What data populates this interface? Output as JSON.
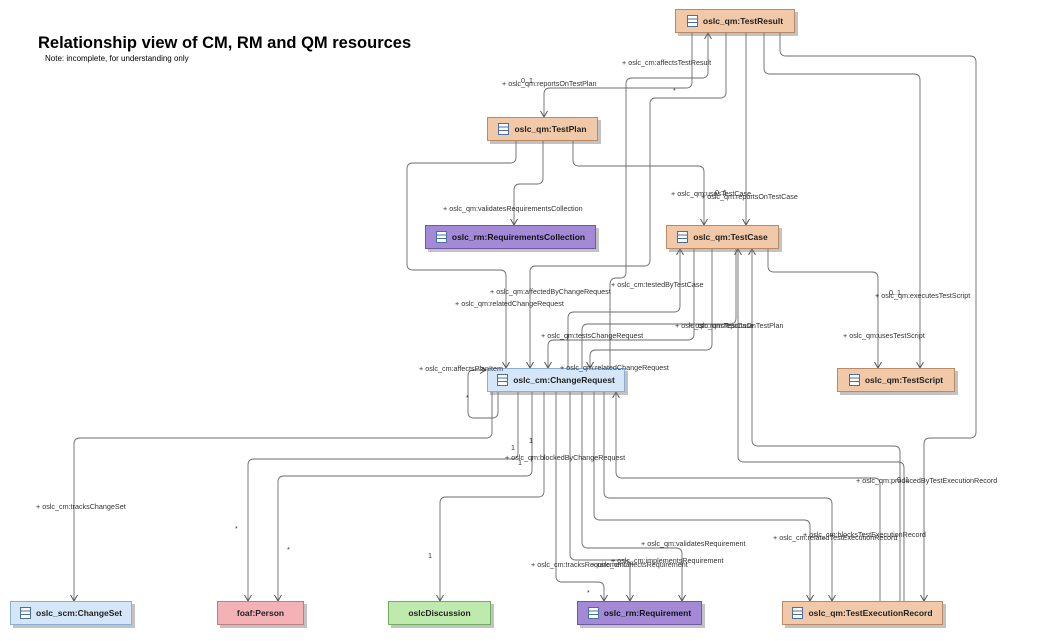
{
  "diagram": {
    "title": "Relationship view of CM, RM and QM resources",
    "subtitle": "Note: incomplete, for understanding only",
    "nodes": {
      "test_result": "oslc_qm:TestResult",
      "test_plan": "oslc_qm:TestPlan",
      "requirements_collection": "oslc_rm:RequirementsCollection",
      "test_case": "oslc_qm:TestCase",
      "change_request": "oslc_cm:ChangeRequest",
      "test_script": "oslc_qm:TestScript",
      "change_set": "oslc_scm:ChangeSet",
      "person": "foaf:Person",
      "discussion": "oslcDiscussion",
      "requirement": "oslc_rm:Requirement",
      "test_execution_record": "oslc_qm:TestExecutionRecord"
    },
    "edge_labels": {
      "affects_test_result": "+ oslc_cm:affectsTestResult",
      "reports_on_test_plan": "+ oslc_qm:reportsOnTestPlan",
      "reports_on_test_plan_mult": "0..1",
      "star_1": "*",
      "validates_requirements_collection": "+ oslc_qm:validatesRequirementsCollection",
      "uses_test_case": "+ oslc_qm:usesTestCase",
      "reports_on_test_case": "+ oslc_qm:reportsOnTestCase",
      "reports_on_test_case_mult": "0..1",
      "affected_by_change_request": "+ oslc_qm:affectedByChangeRequest",
      "related_change_request_1": "+ oslc_qm:relatedChangeRequest",
      "tested_by_test_case": "+ oslc_cm:testedByTestCase",
      "tests_change_request": "+ oslc_qm:testsChangeRequest",
      "overlap_1": "+ oslc_qm:runsTestCase",
      "overlap_2": "+ oslc_qm:reportsOnTestPlan",
      "related_change_request_2": "+ oslc_qm:relatedChangeRequest",
      "affects_plan_item": "+ oslc_cm:affectsPlanItem",
      "self_star": "*",
      "executes_test_script": "+ oslc_qm:executesTestScript",
      "executes_test_script_mult": "0..1",
      "uses_test_script": "+ oslc_qm:usesTestScript",
      "one_a": "1",
      "one_b": "1",
      "one_c": "1",
      "blocked_by_change_request": "+ oslc_qm:blockedByChangeRequest",
      "tracks_change_set": "+ oslc_cm:tracksChangeSet",
      "star_person_1": "*",
      "star_person_2": "*",
      "produced_by_ter": "+ oslc_qm:producedByTestExecutionRecord",
      "produced_by_ter_mult": "0..1",
      "blocks_ter": "+ oslc_cm:blocksTestExecutionRecord",
      "related_ter": "+ oslc_cm:relatedTestExecutionRecord",
      "validates_requirement": "+ oslc_qm:validatesRequirement",
      "implements_requirement": "+ oslc_cm:implementsRequirement",
      "affects_requirement": "+ oslc_cm:affectsRequirement",
      "tracks_requirement": "+ oslc_cm:tracksRequirement",
      "star_req": "*",
      "one_discussion": "1"
    }
  }
}
